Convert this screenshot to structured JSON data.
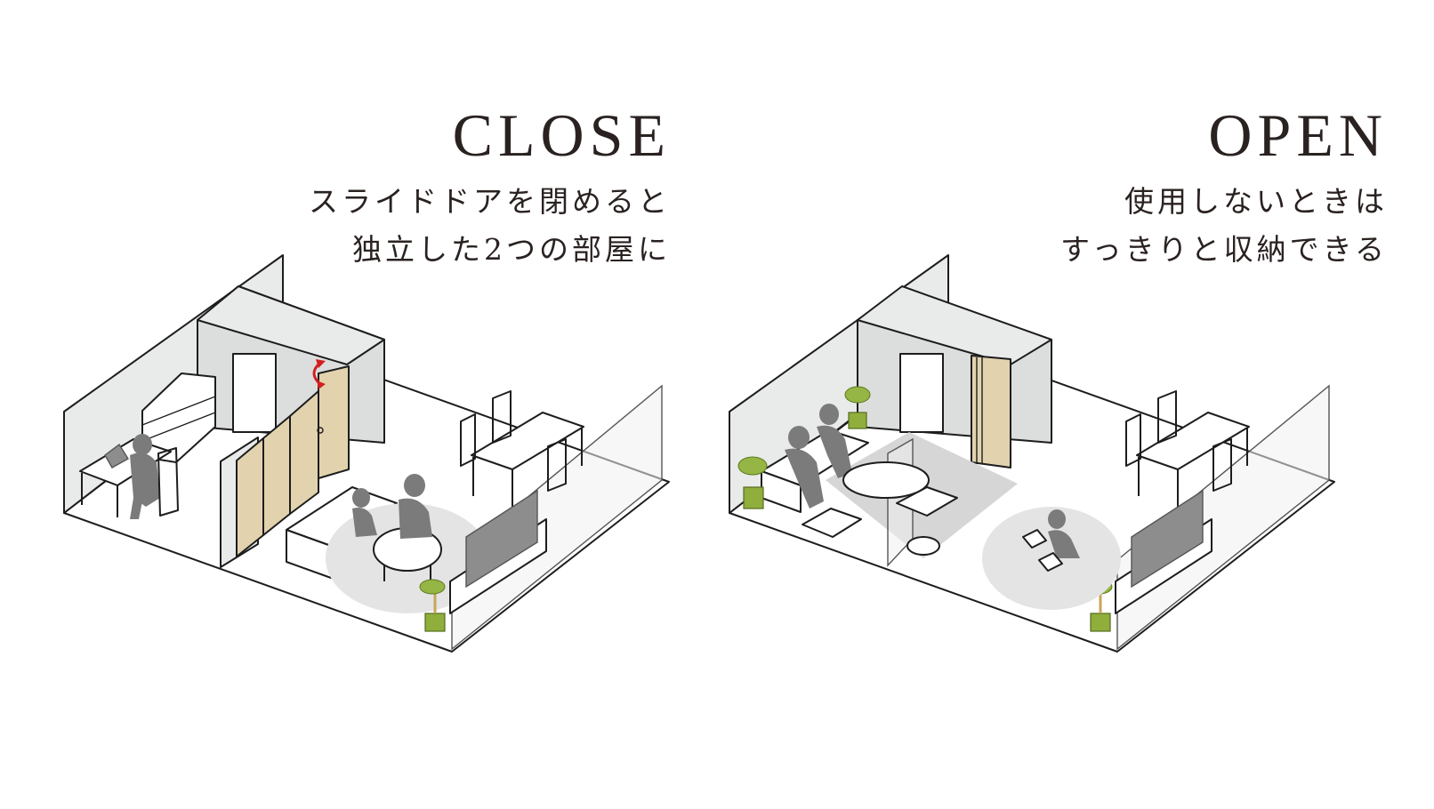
{
  "panels": [
    {
      "id": "close",
      "title": "CLOSE",
      "caption_lines": [
        "スライドドアを閉めると",
        "独立した2つの部屋に"
      ]
    },
    {
      "id": "open",
      "title": "OPEN",
      "caption_lines": [
        "使用しないときは",
        "すっきりと収納できる"
      ]
    }
  ],
  "colors": {
    "text": "#2a2221",
    "wall": "#e9eaea",
    "door_wood": "#e2d3ae",
    "person": "#7b7b7b",
    "plant": "#95b544",
    "arrow": "#d22020"
  }
}
